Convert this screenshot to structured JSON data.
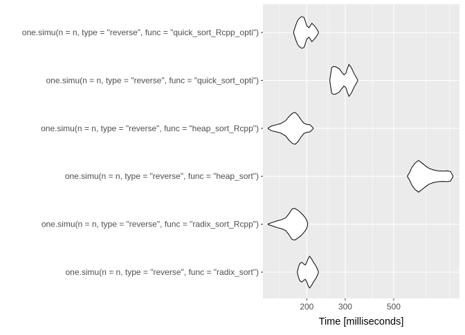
{
  "chart_data": {
    "type": "violin",
    "xlabel": "Time [milliseconds]",
    "ylabel": "",
    "x_scale": "log",
    "xlim": [
      126,
      1000
    ],
    "x_ticks": [
      200,
      300,
      500
    ],
    "x_minor_ticks": [
      150,
      250,
      400,
      700,
      900
    ],
    "grid": true,
    "background": "#ebebeb",
    "grid_color": "#ffffff",
    "violin_stroke": "#000000",
    "violin_fill": "#ffffff",
    "categories": [
      "one.simu(n = n, type = \"reverse\", func = \"quick_sort_Rcpp_opti\")",
      "one.simu(n = n, type = \"reverse\", func = \"quick_sort_opti\")",
      "one.simu(n = n, type = \"reverse\", func = \"heap_sort_Rcpp\")",
      "one.simu(n = n, type = \"reverse\", func = \"heap_sort\")",
      "one.simu(n = n, type = \"reverse\", func = \"radix_sort_Rcpp\")",
      "one.simu(n = n, type = \"reverse\", func = \"radix_sort\")"
    ],
    "distributions": [
      {
        "profile": [
          [
            174,
            0.02
          ],
          [
            178,
            0.45
          ],
          [
            182,
            0.78
          ],
          [
            186,
            0.92
          ],
          [
            190,
            1.0
          ],
          [
            194,
            0.95
          ],
          [
            197,
            0.7
          ],
          [
            200,
            0.42
          ],
          [
            205,
            0.3
          ],
          [
            211,
            0.58
          ],
          [
            219,
            0.35
          ],
          [
            226,
            0.05
          ]
        ]
      },
      {
        "profile": [
          [
            255,
            0.04
          ],
          [
            257,
            0.35
          ],
          [
            260,
            0.8
          ],
          [
            265,
            0.88
          ],
          [
            272,
            0.85
          ],
          [
            282,
            0.72
          ],
          [
            288,
            0.55
          ],
          [
            296,
            0.35
          ],
          [
            302,
            0.45
          ],
          [
            308,
            0.8
          ],
          [
            312,
            1.0
          ],
          [
            320,
            0.8
          ],
          [
            330,
            0.4
          ],
          [
            342,
            0.04
          ]
        ]
      },
      {
        "profile": [
          [
            133,
            0.02
          ],
          [
            138,
            0.15
          ],
          [
            145,
            0.22
          ],
          [
            152,
            0.3
          ],
          [
            160,
            0.48
          ],
          [
            166,
            0.75
          ],
          [
            172,
            0.95
          ],
          [
            177,
            1.0
          ],
          [
            182,
            0.85
          ],
          [
            188,
            0.55
          ],
          [
            194,
            0.32
          ],
          [
            200,
            0.25
          ],
          [
            207,
            0.22
          ],
          [
            214,
            0.02
          ]
        ]
      },
      {
        "profile": [
          [
            578,
            0.02
          ],
          [
            590,
            0.22
          ],
          [
            605,
            0.55
          ],
          [
            625,
            0.82
          ],
          [
            650,
            1.0
          ],
          [
            675,
            0.82
          ],
          [
            700,
            0.65
          ],
          [
            725,
            0.5
          ],
          [
            760,
            0.4
          ],
          [
            800,
            0.34
          ],
          [
            840,
            0.32
          ],
          [
            880,
            0.34
          ],
          [
            910,
            0.3
          ],
          [
            934,
            0.02
          ]
        ]
      },
      {
        "profile": [
          [
            133,
            0.02
          ],
          [
            140,
            0.12
          ],
          [
            147,
            0.22
          ],
          [
            153,
            0.28
          ],
          [
            160,
            0.4
          ],
          [
            165,
            0.62
          ],
          [
            171,
            0.95
          ],
          [
            176,
            1.0
          ],
          [
            182,
            0.88
          ],
          [
            188,
            0.72
          ],
          [
            193,
            0.55
          ],
          [
            197,
            0.4
          ],
          [
            200,
            0.25
          ],
          [
            202,
            0.02
          ]
        ]
      },
      {
        "profile": [
          [
            181,
            0.02
          ],
          [
            183,
            0.3
          ],
          [
            186,
            0.55
          ],
          [
            190,
            0.62
          ],
          [
            194,
            0.5
          ],
          [
            197,
            0.45
          ],
          [
            200,
            0.62
          ],
          [
            203,
            0.85
          ],
          [
            206,
            1.0
          ],
          [
            210,
            0.85
          ],
          [
            215,
            0.6
          ],
          [
            221,
            0.35
          ],
          [
            226,
            0.05
          ]
        ]
      }
    ]
  }
}
